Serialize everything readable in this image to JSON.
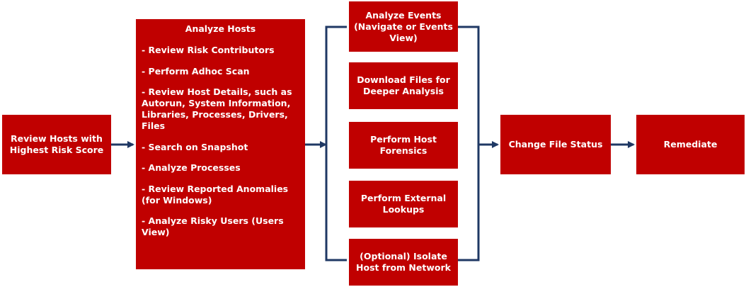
{
  "colors": {
    "box_fill": "#c00000",
    "box_text": "#ffffff",
    "connector": "#1f3864"
  },
  "review_hosts": {
    "label": "Review Hosts with\nHighest Risk Score"
  },
  "analyze_hosts": {
    "title": "Analyze Hosts",
    "items": [
      "- Review Risk Contributors",
      "- Perform Adhoc Scan",
      "- Review Host Details, such as\nAutorun, System Information,\nLibraries, Processes, Drivers, Files",
      "- Search on Snapshot",
      "- Analyze Processes",
      "- Review Reported Anomalies\n(for Windows)",
      "- Analyze Risky Users (Users View)"
    ]
  },
  "parallel_steps": [
    "Analyze Events\n(Navigate or Events\nView)",
    "Download Files for\nDeeper Analysis",
    "Perform Host\nForensics",
    "Perform External\nLookups",
    "(Optional) Isolate\nHost from Network"
  ],
  "change_file_status": {
    "label": "Change File Status"
  },
  "remediate": {
    "label": "Remediate"
  }
}
